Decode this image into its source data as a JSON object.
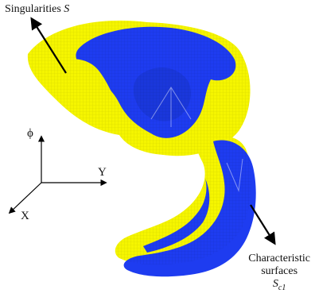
{
  "labels": {
    "singularities_text": "Singularities",
    "singularities_symbol": "S",
    "characteristic_line1": "Characteristic",
    "characteristic_line2": "surfaces",
    "characteristic_symbol": "S",
    "characteristic_subscript": "c1"
  },
  "axes": {
    "vertical": "ϕ",
    "horizontal": "Y",
    "depth": "X"
  },
  "colors": {
    "yellow_surface": "#f5f500",
    "blue_surface": "#1e3cf0",
    "arrow": "#000000"
  }
}
